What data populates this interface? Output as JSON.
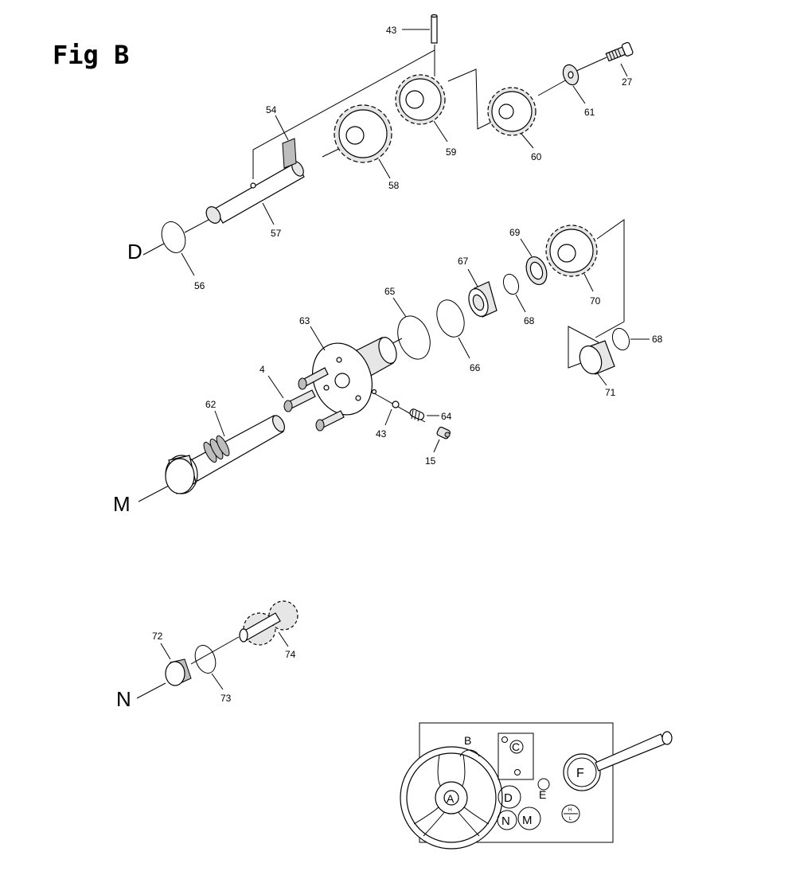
{
  "title": "Fig B",
  "assembly_labels": {
    "D": "D",
    "M": "M",
    "N": "N"
  },
  "callouts": {
    "c43a": "43",
    "c27": "27",
    "c61": "61",
    "c54": "54",
    "c59": "59",
    "c60": "60",
    "c58": "58",
    "c57": "57",
    "c56": "56",
    "c69": "69",
    "c67": "67",
    "c65": "65",
    "c70": "70",
    "c68a": "68",
    "c68b": "68",
    "c71": "71",
    "c63": "63",
    "c66": "66",
    "c4": "4",
    "c62": "62",
    "c64": "64",
    "c43b": "43",
    "c15": "15",
    "c72": "72",
    "c74": "74",
    "c73": "73"
  },
  "control_panel": {
    "A": "A",
    "B": "B",
    "C": "C",
    "D": "D",
    "E": "E",
    "F": "F",
    "N": "N",
    "M": "M",
    "H": "H",
    "L": "L"
  }
}
